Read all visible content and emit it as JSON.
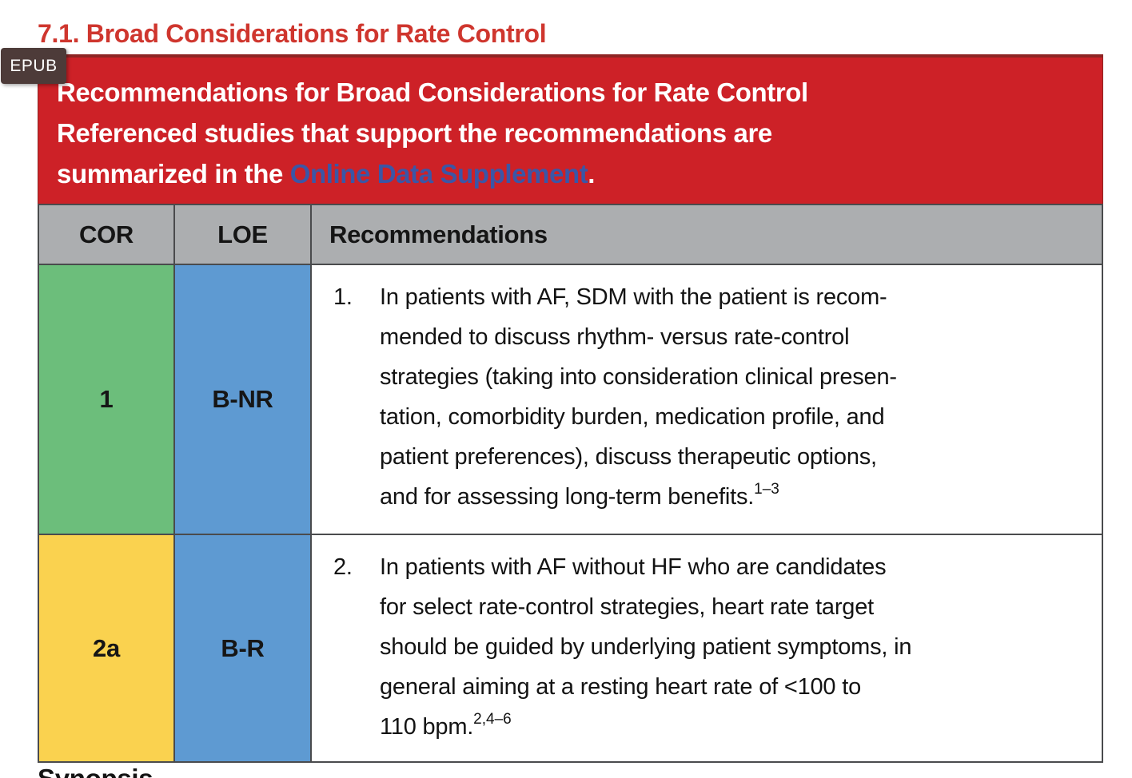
{
  "page": {
    "section_title": "7.1. Broad Considerations for Rate Control",
    "epub_badge_label": "EPUB",
    "synopsis_heading": "Synopsis"
  },
  "banner": {
    "text_before_link": "Recommendations for Broad Considerations for Rate Control\nReferenced studies that support the recommendations are\nsummarized in the ",
    "link_label": "Online Data Supplement",
    "text_after_link": "."
  },
  "table": {
    "headers": {
      "cor": "COR",
      "loe": "LOE",
      "recommendations": "Recommendations"
    },
    "rows": [
      {
        "cor": "1",
        "cor_color": "#6cbe7b",
        "loe": "B-NR",
        "loe_color": "#5e9ad2",
        "number": "1.",
        "text": "In patients with AF, SDM with the patient is recom-\nmended to discuss rhythm- versus rate-control\nstrategies (taking into consideration clinical presen-\ntation, comorbidity burden, medication profile, and\npatient preferences), discuss therapeutic options,\nand for assessing long-term benefits.",
        "reference": "1–3"
      },
      {
        "cor": "2a",
        "cor_color": "#fad24f",
        "loe": "B-R",
        "loe_color": "#5e9ad2",
        "number": "2.",
        "text": "In patients with AF without HF who are candidates\nfor select rate-control strategies, heart rate target\nshould be guided by underlying patient symptoms, in\ngeneral aiming at a resting heart rate of <100 to\n110 bpm.",
        "reference": "2,4–6"
      }
    ]
  },
  "colors": {
    "section_title_red": "#cf362e",
    "banner_red": "#cd2127",
    "banner_edge_dark_red": "#8e2423",
    "link_blue": "#3b56a6",
    "header_gray": "#acaeb0",
    "cor_class_1_green": "#6cbe7b",
    "cor_class_2a_yellow": "#fad24f",
    "loe_blue": "#5e9ad2",
    "table_border_dark": "#4a4b4d",
    "epub_badge_bg": "#4d3b39"
  }
}
